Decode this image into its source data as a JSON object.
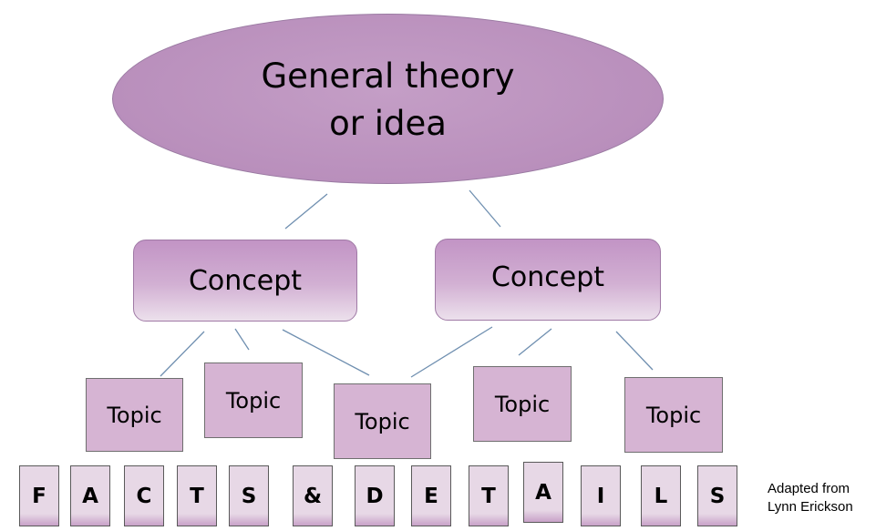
{
  "theory": {
    "line1": "General theory",
    "line2": "or idea"
  },
  "concepts": [
    "Concept",
    "Concept"
  ],
  "topics": [
    "Topic",
    "Topic",
    "Topic",
    "Topic",
    "Topic"
  ],
  "letters": [
    "F",
    "A",
    "C",
    "T",
    "S",
    "&",
    "D",
    "E",
    "T",
    "A",
    "I",
    "L",
    "S"
  ],
  "credit": {
    "line1": "Adapted from",
    "line2": "Lynn Erickson"
  },
  "colors": {
    "theory_fill": "#b98fbc",
    "concept_fill": "#c294c5",
    "topic_fill": "#d6b4d3",
    "letter_fill": "#e7d8e6",
    "connector": "#6f8fb0"
  }
}
